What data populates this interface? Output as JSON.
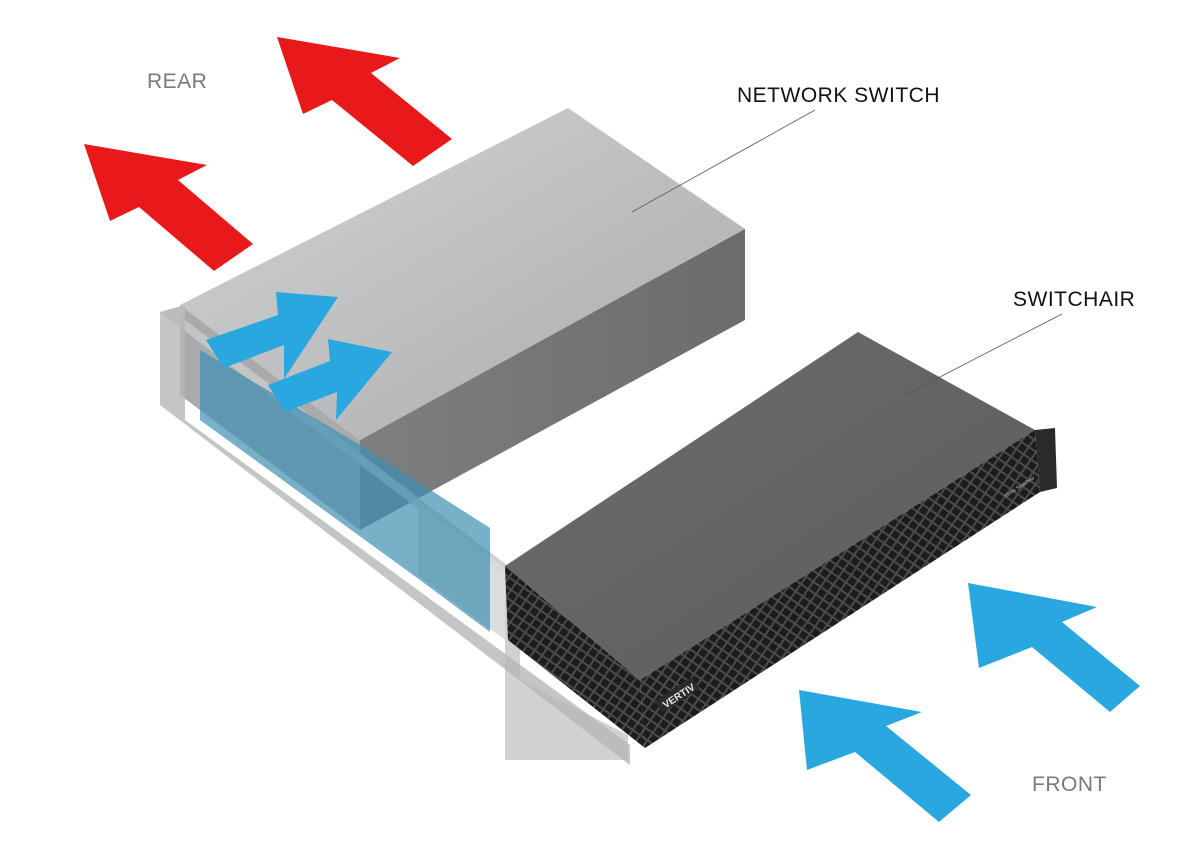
{
  "labels": {
    "rear": "REAR",
    "network_switch": "NETWORK SWITCH",
    "switchair": "SWITCHAIR",
    "front": "FRONT"
  },
  "device": {
    "brand": "VERTIV",
    "badge": "Vertiv SwitchAir"
  },
  "colors": {
    "hot_air": "#e8191a",
    "cool_air": "#29a8e0",
    "label_primary": "#111111",
    "label_secondary": "#7a7a7a"
  },
  "icons": {
    "hot_air_arrows": "arrow-up-left",
    "cool_air_arrows": "arrow-up-right"
  }
}
